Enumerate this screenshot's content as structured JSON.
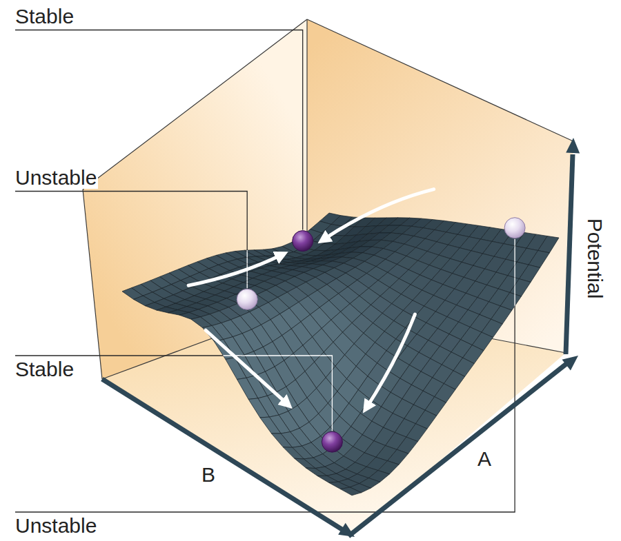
{
  "diagram": {
    "labels": [
      "Stable",
      "Unstable",
      "Stable",
      "Unstable",
      "Potential",
      "B",
      "A"
    ]
  }
}
